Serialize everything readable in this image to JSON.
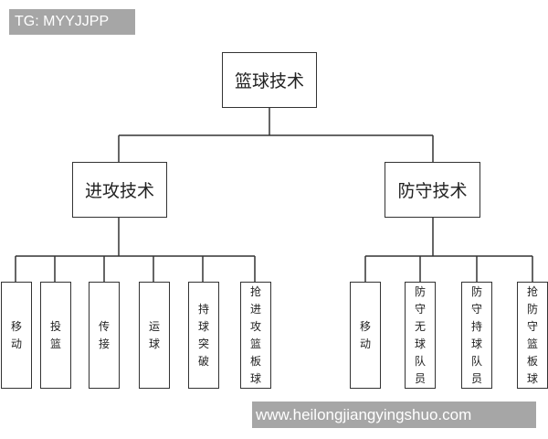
{
  "watermark_top": "TG: MYYJJPP",
  "watermark_bottom": "www.heilongjiangyingshuo.com",
  "root": "篮球技术",
  "offense": {
    "title": "进攻技术",
    "items": [
      "移动",
      "投篮",
      "传接",
      "运球",
      "持球突破",
      "抢进攻篮板球"
    ]
  },
  "defense": {
    "title": "防守技术",
    "items": [
      "移动",
      "防守无球队员",
      "防守持球队员",
      "抢防守篮板球"
    ]
  }
}
